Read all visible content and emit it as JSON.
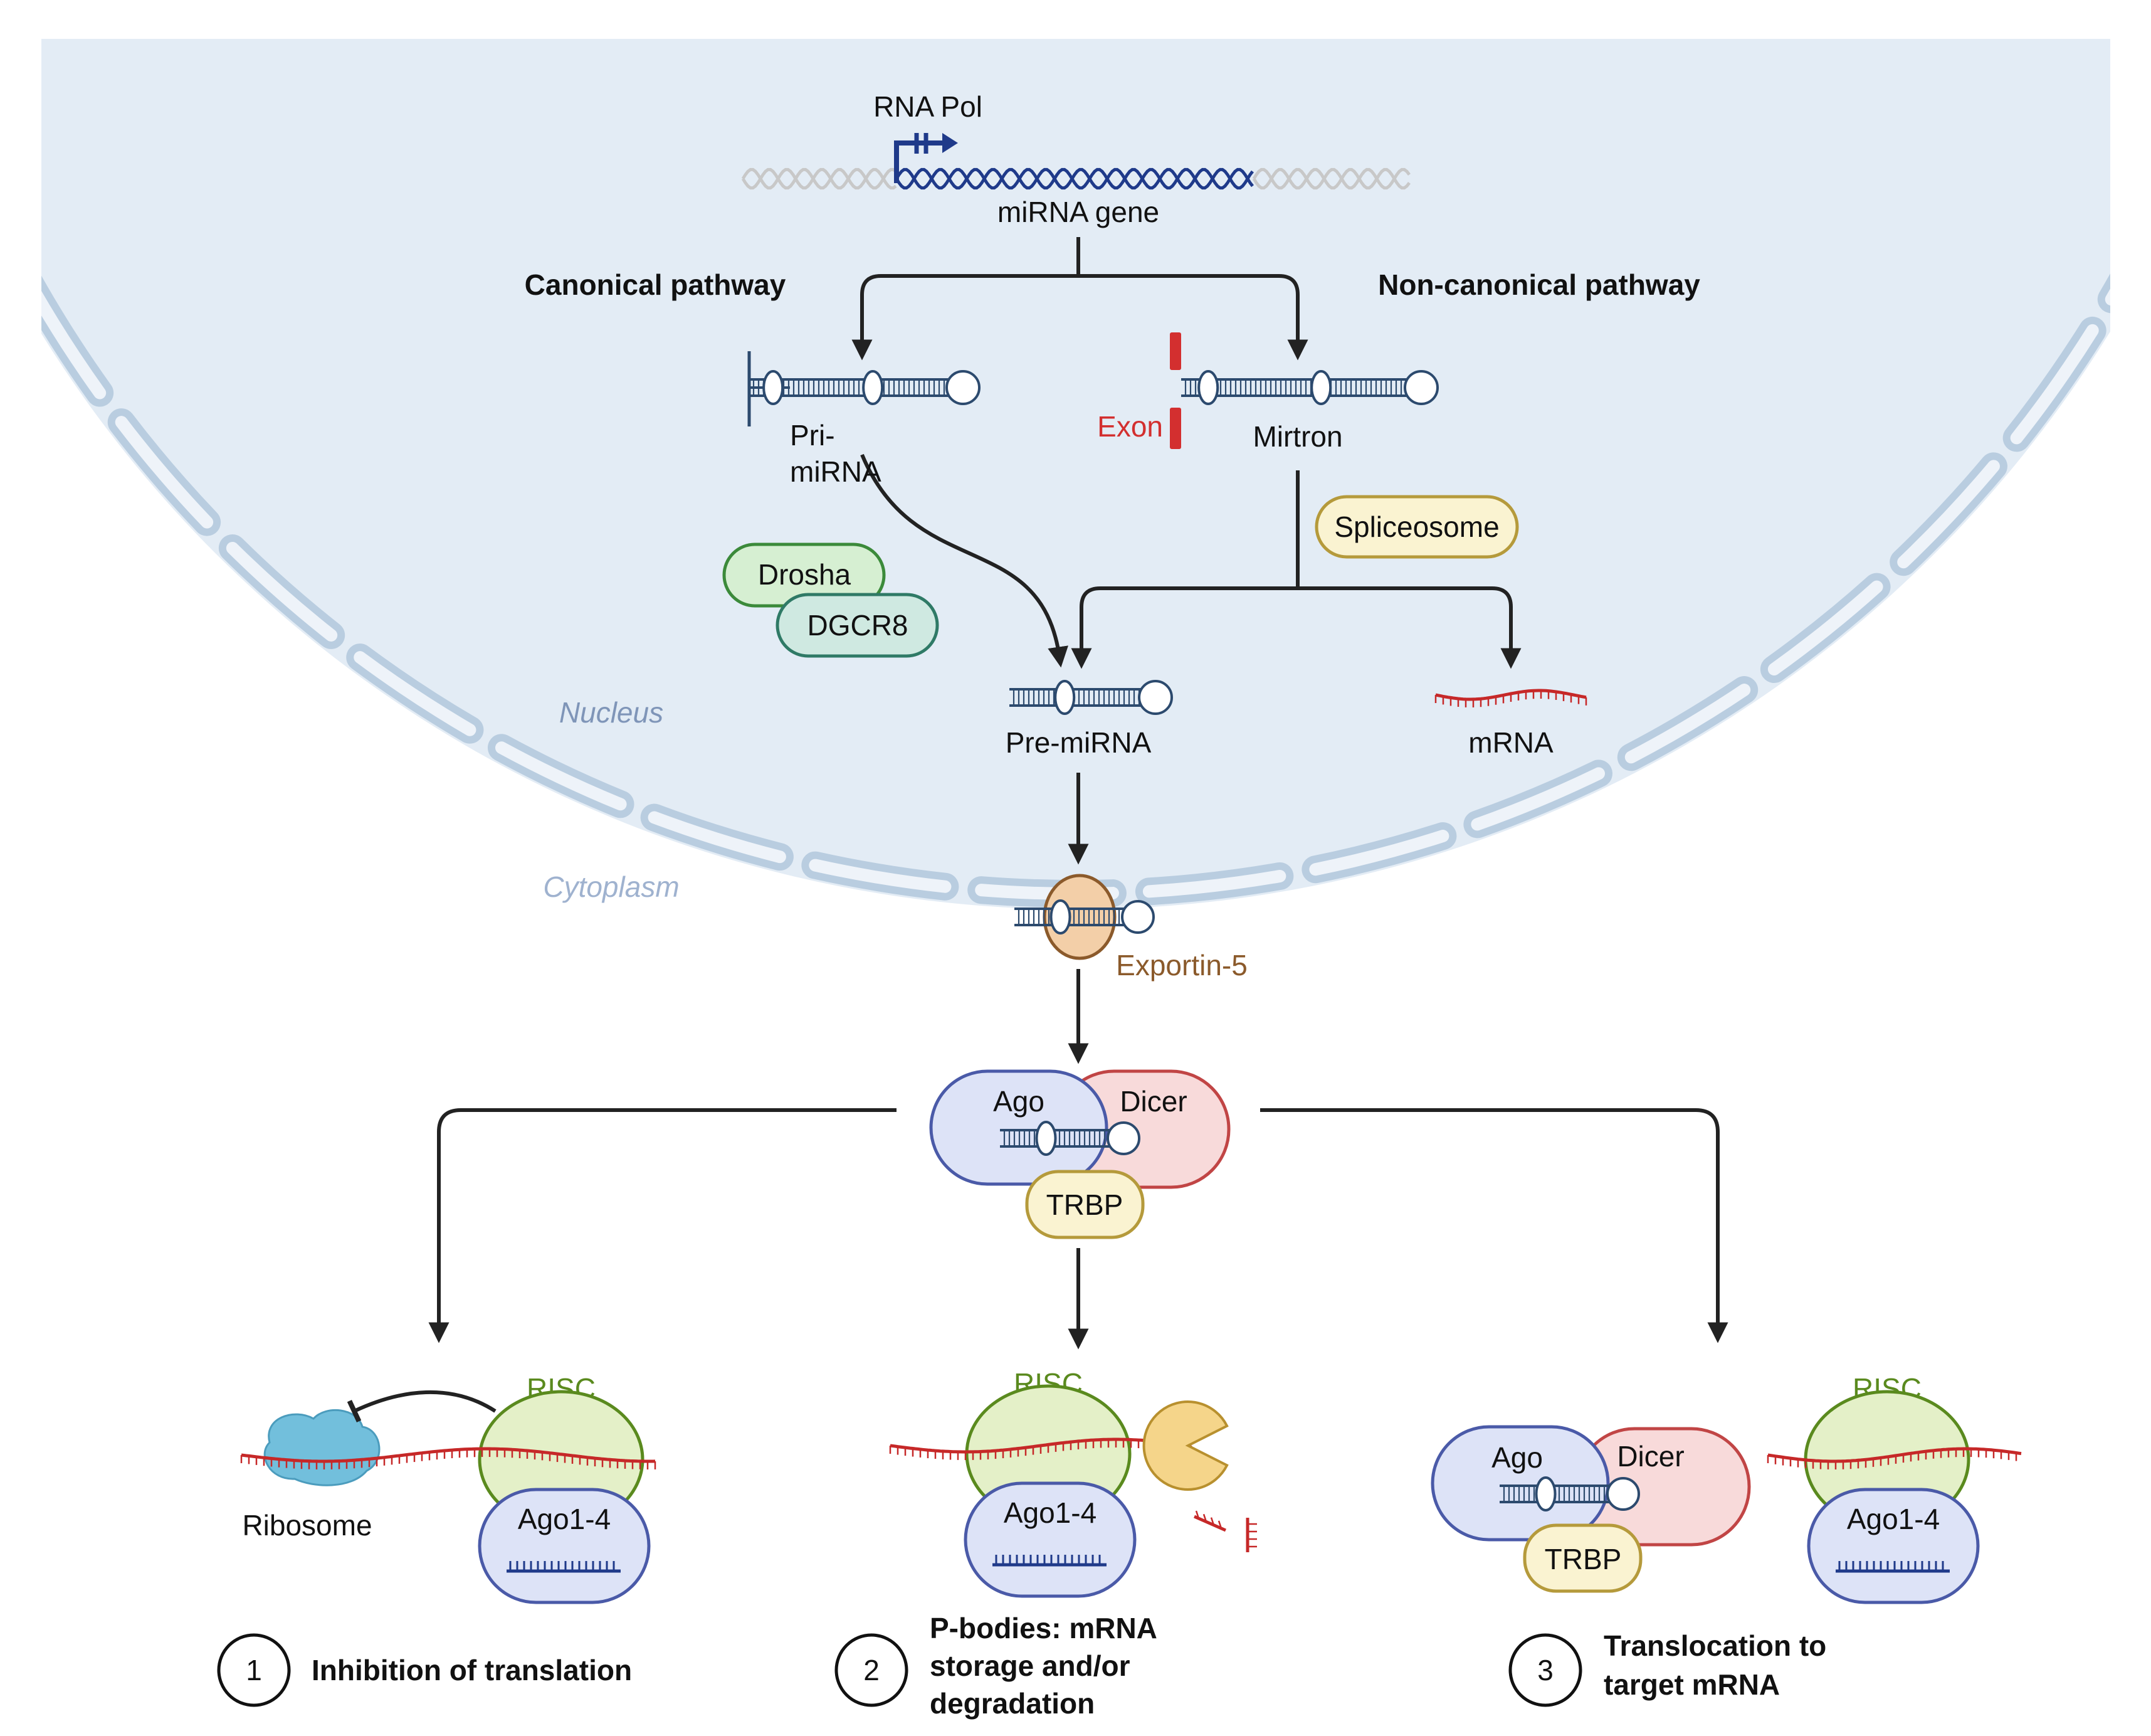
{
  "labels": {
    "rna_pol": "RNA Pol",
    "mirna_gene": "miRNA gene",
    "canonical": "Canonical pathway",
    "noncanonical": "Non-canonical pathway",
    "pri_1": "Pri-",
    "pri_2": "miRNA",
    "exon": "Exon",
    "mirtron": "Mirtron",
    "spliceosome": "Spliceosome",
    "drosha": "Drosha",
    "dgcr8": "DGCR8",
    "nucleus": "Nucleus",
    "cytoplasm": "Cytoplasm",
    "pre_mirna": "Pre-miRNA",
    "mrna": "mRNA",
    "exportin": "Exportin-5",
    "ago": "Ago",
    "dicer": "Dicer",
    "trbp": "TRBP",
    "risc": "RISC",
    "ago14": "Ago1-4",
    "ribosome": "Ribosome"
  },
  "outcomes": [
    {
      "num": "1",
      "lines": [
        "Inhibition of translation"
      ]
    },
    {
      "num": "2",
      "lines": [
        "P-bodies: mRNA",
        "storage and/or",
        "degradation"
      ]
    },
    {
      "num": "3",
      "lines": [
        "Translocation to",
        "target mRNA"
      ]
    }
  ],
  "colors": {
    "nucleus_fill": "#e3ecf5",
    "membrane": "#b9cde0",
    "dna": "#1f3a8a",
    "rna_red": "#c62828",
    "exon_red": "#d32f2f",
    "exportin": "#8b5a2b",
    "risc_green": "#5a8a1e",
    "ago_fill": "#dde3f7",
    "dicer_fill": "#f8dada",
    "trbp_fill": "#faf3d1",
    "drosha_fill": "#d6efd2",
    "dgcr8_fill": "#cfe9e1",
    "ribosome": "#72bfdc",
    "pacman": "#f5d58a"
  },
  "icons": [
    "promoter-arrow-icon",
    "dna-helix-icon",
    "hairpin-rna-icon",
    "ribosome-icon",
    "nuclease-pacman-icon",
    "inhibition-arrow-icon"
  ]
}
